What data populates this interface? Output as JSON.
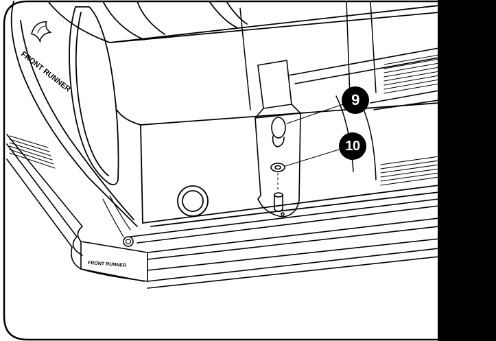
{
  "callouts": {
    "part_9": "9",
    "part_10": "10"
  },
  "branding": {
    "canopy_logo_text": "FRONT RUNNER",
    "rail_logo_text": "FRONT RUNNER"
  },
  "colors": {
    "line": "#000000",
    "background": "#ffffff",
    "tab": "#000000"
  }
}
